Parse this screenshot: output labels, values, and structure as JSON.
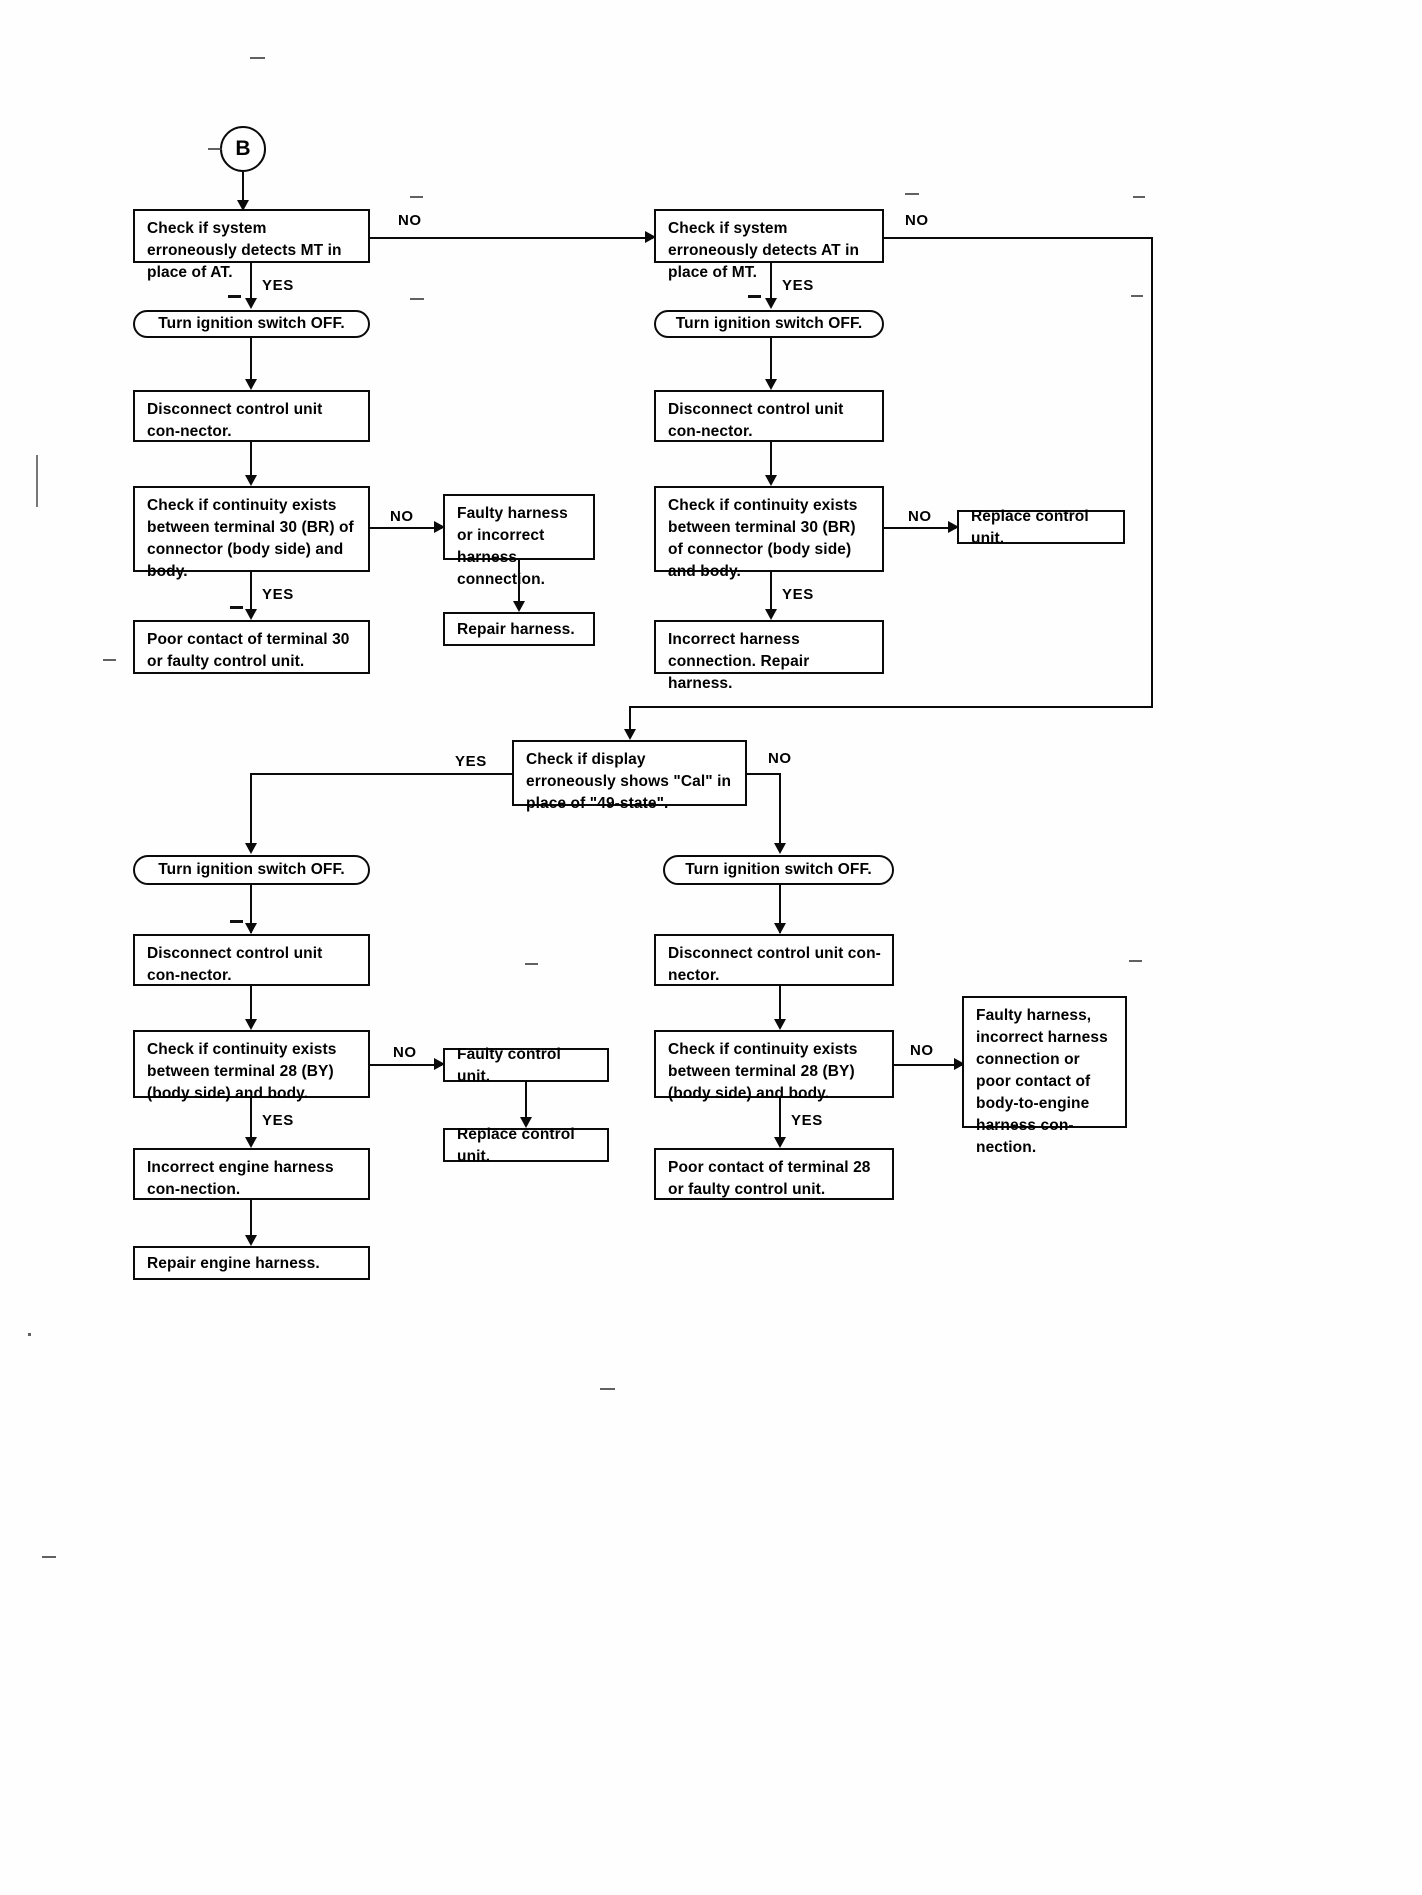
{
  "diagram": {
    "title": "Diagnostic flowchart continuation B",
    "entry_connector": "B",
    "labels": {
      "yes": "YES",
      "no": "NO"
    }
  },
  "sections": [
    {
      "id": "section-top",
      "branches": [
        {
          "id": "branch-mt-in-place-of-at",
          "decision": "Check if system erroneously detects MT in place of AT.",
          "steps": [
            "Turn ignition switch OFF.",
            "Disconnect control unit con-\nnector.",
            "Check if continuity exists between terminal 30 (BR) of connector (body side) and body."
          ],
          "yes_result": "Poor contact of terminal 30 or faulty control unit.",
          "no_result": "Faulty harness or incorrect harness connection.",
          "no_result_follow_up": "Repair harness."
        },
        {
          "id": "branch-at-in-place-of-mt",
          "decision": "Check if system erroneously detects AT in place of MT.",
          "steps": [
            "Turn ignition switch OFF.",
            "Disconnect control unit con-\nnector.",
            "Check if continuity exists between terminal 30 (BR) of connector (body side) and body."
          ],
          "yes_result": "Incorrect harness connection. Repair harness.",
          "no_result": "Replace control unit."
        }
      ]
    },
    {
      "id": "section-bottom",
      "decision": "Check if display erroneously shows \"Cal\" in place of \"49-state\".",
      "branches": [
        {
          "id": "branch-cal-yes",
          "answer": "YES",
          "steps": [
            "Turn ignition switch OFF.",
            "Disconnect control unit con-\nnector.",
            "Check if continuity exists between terminal 28 (BY) (body side) and body."
          ],
          "no_result": "Faulty control unit.",
          "no_result_follow_up": "Replace control unit.",
          "yes_result": "Incorrect engine harness con-\nnection.",
          "yes_result_follow_up": "Repair engine harness."
        },
        {
          "id": "branch-cal-no",
          "answer": "NO",
          "steps": [
            "Turn ignition switch OFF.",
            "Disconnect control unit con-\nnector.",
            "Check if continuity exists between terminal 28 (BY) (body side) and body."
          ],
          "no_result": "Faulty harness, incorrect harness connection or poor contact of body-to-engine harness con-\nnection.",
          "yes_result": "Poor contact of terminal 28 or faulty control unit."
        }
      ]
    }
  ],
  "nodes": {
    "b_connector": "B",
    "t_decision_left": "Check if system erroneously detects MT in place of AT.",
    "t_decision_right": "Check if system erroneously detects AT in place of MT.",
    "t_ign_left": "Turn ignition switch OFF.",
    "t_ign_right": "Turn ignition switch OFF.",
    "t_disc_left": "Disconnect control unit con-nector.",
    "t_disc_right": "Disconnect control unit con-nector.",
    "t_cont_left": "Check if continuity exists between terminal 30 (BR) of connector (body side) and body.",
    "t_cont_right": "Check if continuity exists between terminal 30 (BR) of connector (body side) and body.",
    "t_faulty_harness": "Faulty harness or incorrect harness connection.",
    "t_repair_harness": "Repair harness.",
    "t_poor_contact_30": "Poor contact of terminal 30 or faulty control unit.",
    "t_replace_cu_right": "Replace control unit.",
    "t_incorrect_repair": "Incorrect harness connection. Repair harness.",
    "b_decision_cal": "Check if display erroneously shows \"Cal\" in place of \"49-state\".",
    "b_ign_left": "Turn ignition switch OFF.",
    "b_ign_right": "Turn ignition switch OFF.",
    "b_disc_left": "Disconnect control unit con-nector.",
    "b_disc_right": "Disconnect control unit con-nector.",
    "b_cont_left": "Check if continuity exists between terminal 28 (BY) (body side) and body.",
    "b_cont_right": "Check if continuity exists between terminal 28 (BY) (body side) and body.",
    "b_faulty_cu": "Faulty control unit.",
    "b_replace_cu": "Replace control unit.",
    "b_incorrect_engine": "Incorrect engine harness con-nection.",
    "b_repair_engine": "Repair engine harness.",
    "b_poor_contact_28": "Poor contact of terminal 28 or faulty control unit.",
    "b_faulty_harness_long": "Faulty harness, incorrect harness connection or poor contact of body-to-engine harness con-nection."
  },
  "edge_labels": {
    "l_no_top_left": "NO",
    "l_yes_top_left": "YES",
    "l_no_cont_left": "NO",
    "l_yes_cont_left": "YES",
    "l_no_top_right": "NO",
    "l_yes_top_right": "YES",
    "l_no_cont_right": "NO",
    "l_yes_cont_right": "YES",
    "l_yes_cal": "YES",
    "l_no_cal": "NO",
    "l_no_bot_left": "NO",
    "l_yes_bot_left": "YES",
    "l_no_bot_right": "NO",
    "l_yes_bot_right": "YES"
  }
}
